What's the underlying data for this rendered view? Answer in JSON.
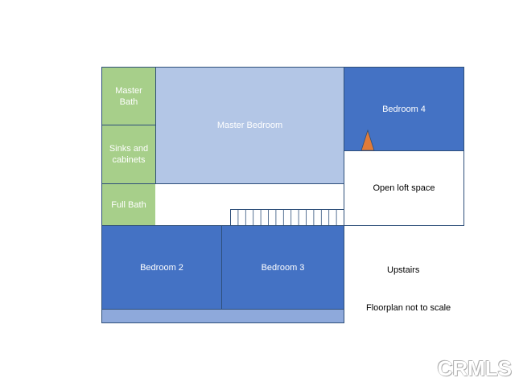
{
  "floorplan": {
    "rooms": {
      "master_bath": "Master\nBath",
      "sinks_cabinets": "Sinks and\ncabinets",
      "full_bath": "Full Bath",
      "master_bedroom": "Master Bedroom",
      "bedroom_4": "Bedroom 4",
      "open_loft": "Open loft space",
      "bedroom_2": "Bedroom 2",
      "bedroom_3": "Bedroom 3"
    },
    "notes": {
      "level": "Upstairs",
      "scale": "Floorplan not to scale"
    },
    "stair_steps": 15
  },
  "watermark": "CRMLS",
  "colors": {
    "bath_green": "#a7cf8a",
    "master_light_blue": "#b3c6e6",
    "bedroom_blue": "#4472c4",
    "bottom_strip": "#8ea9db",
    "marker_orange": "#e07b39",
    "outline": "#2e4f7a"
  }
}
